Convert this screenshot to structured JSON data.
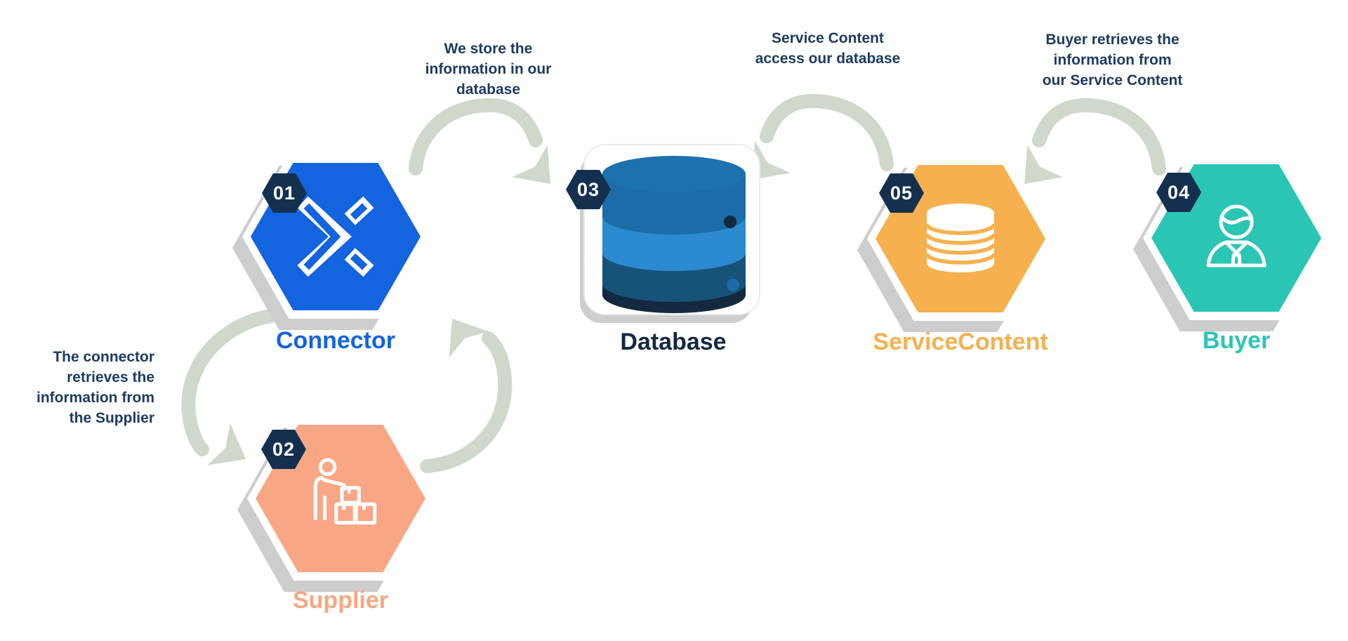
{
  "diagram": {
    "type": "process-flow",
    "node_count": 5,
    "background": "#FFFFFF"
  },
  "nodes": [
    {
      "id": "connector",
      "step": "01",
      "label": "Connector",
      "icon": "x-logo",
      "shape": "hexagon",
      "color_key": "connectorBlue"
    },
    {
      "id": "supplier",
      "step": "02",
      "label": "Supplier",
      "icon": "person-with-boxes",
      "shape": "hexagon",
      "color_key": "supplierSalmon"
    },
    {
      "id": "database",
      "step": "03",
      "label": "Database",
      "icon": "database-cylinder",
      "shape": "cylinder",
      "color_key": "dbBand1"
    },
    {
      "id": "buyer",
      "step": "04",
      "label": "Buyer",
      "icon": "person",
      "shape": "hexagon",
      "color_key": "buyerTeal"
    },
    {
      "id": "servicecontent",
      "step": "05",
      "label": "ServiceContent",
      "icon": "disc-stack",
      "shape": "hexagon",
      "color_key": "serviceOrange"
    }
  ],
  "annotations": [
    {
      "id": "connector-to-database",
      "text": "We store the\ninformation in our\ndatabase"
    },
    {
      "id": "servicecontent-to-database",
      "text": "Service Content\naccess our database"
    },
    {
      "id": "buyer-to-servicecontent",
      "text": "Buyer retrieves the\ninformation from\nour Service Content"
    },
    {
      "id": "connector-to-supplier",
      "text": "The connector\nretrieves the\ninformation from\nthe Supplier"
    }
  ],
  "edges": [
    {
      "from": "Connector",
      "to": "Database"
    },
    {
      "from": "ServiceContent",
      "to": "Database"
    },
    {
      "from": "Buyer",
      "to": "ServiceContent"
    },
    {
      "from": "Connector",
      "to": "Supplier"
    },
    {
      "from": "Supplier",
      "to": "Connector"
    }
  ],
  "colors": {
    "connectorBlue": "#1463DF",
    "supplierSalmon": "#F9A685",
    "serviceOrange": "#F6B04E",
    "buyerTeal": "#2BC5B4",
    "badgeNavy": "#14304E",
    "textNavy": "#1E3A5F",
    "arrowSage": "#CFD8CB",
    "shadowGrey": "#CDCDCD",
    "cardWhite": "#FFFFFF",
    "dbTop": "#1D72AE",
    "dbBand1": "#1B6CA8",
    "dbBand2": "#2B8AD0",
    "dbBand3": "#175379",
    "dbBand4": "#14293F",
    "labelDbNavy": "#14293F"
  }
}
